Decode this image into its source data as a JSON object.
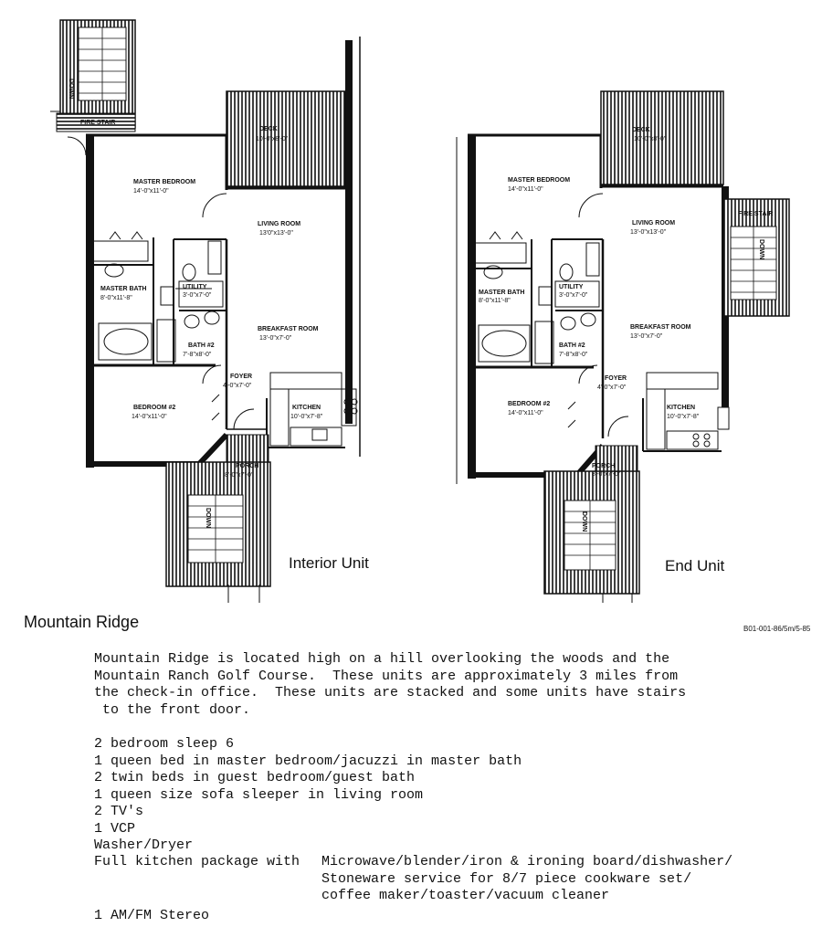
{
  "units": {
    "interior": {
      "caption": "Interior Unit",
      "rooms": [
        {
          "name": "MASTER BEDROOM",
          "dim": "14'-0\"x11'-0\""
        },
        {
          "name": "LIVING ROOM",
          "dim": "13'0\"x13'-0\""
        },
        {
          "name": "MASTER BATH",
          "dim": "8'-0\"x11'-8\""
        },
        {
          "name": "UTILITY",
          "dim": "3'-0\"x7'-0\""
        },
        {
          "name": "BREAKFAST ROOM",
          "dim": "13'-0\"x7'-0\""
        },
        {
          "name": "BATH #2",
          "dim": "7'-8\"x8'-0\""
        },
        {
          "name": "FOYER",
          "dim": "4'-0\"x7'-0\""
        },
        {
          "name": "BEDROOM #2",
          "dim": "14'-0\"x11'-0\""
        },
        {
          "name": "KITCHEN",
          "dim": "10'-0\"x7'-8\""
        },
        {
          "name": "DECK",
          "dim": "10'-0\"x8'-0\""
        },
        {
          "name": "PORCH",
          "dim": "8'-0\"x7'-0\""
        },
        {
          "name": "FIRE STAIR",
          "dim": ""
        },
        {
          "name": "DOWN",
          "dim": ""
        }
      ]
    },
    "end": {
      "caption": "End Unit",
      "rooms": [
        {
          "name": "MASTER BEDROOM",
          "dim": "14'-0\"x11'-0\""
        },
        {
          "name": "LIVING ROOM",
          "dim": "13'-0\"x13'-0\""
        },
        {
          "name": "MASTER BATH",
          "dim": "8'-0\"x11'-8\""
        },
        {
          "name": "UTILITY",
          "dim": "3'-0\"x7'-0\""
        },
        {
          "name": "BREAKFAST ROOM",
          "dim": "13'-0\"x7'-0\""
        },
        {
          "name": "BATH #2",
          "dim": "7'-8\"x8'-0\""
        },
        {
          "name": "FOYER",
          "dim": "4'-0\"x7'-0\""
        },
        {
          "name": "BEDROOM #2",
          "dim": "14'-0\"x11'-0\""
        },
        {
          "name": "KITCHEN",
          "dim": "10'-0\"x7'-8\""
        },
        {
          "name": "DECK",
          "dim": "10'-0\"x8'-0\""
        },
        {
          "name": "PORCH",
          "dim": "8'-0\"x7'-0\""
        },
        {
          "name": "FIRE STAIR",
          "dim": ""
        },
        {
          "name": "DOWN",
          "dim": ""
        }
      ]
    }
  },
  "title": "Mountain Ridge",
  "ref_code": "B01-001-86/5m/5-85",
  "description": [
    "Mountain Ridge is located high on a hill overlooking the woods and the",
    "Mountain Ranch Golf Course.  These units are approximately 3 miles from",
    "the check-in office.  These units are stacked and some units have stairs",
    " to the front door."
  ],
  "amenities": [
    "2 bedroom sleep 6",
    "1 queen bed in master bedroom/jacuzzi in master bath",
    "2 twin beds in guest bedroom/guest bath",
    "1 queen size sofa sleeper in living room",
    "2 TV's",
    "1 VCP",
    "Washer/Dryer"
  ],
  "kitchen": {
    "label": "Full kitchen package with ",
    "lines": [
      "Microwave/blender/iron & ironing board/dishwasher/",
      "Stoneware service for 8/7 piece cookware set/",
      "coffee maker/toaster/vacuum cleaner"
    ]
  },
  "stereo": "1 AM/FM Stereo"
}
